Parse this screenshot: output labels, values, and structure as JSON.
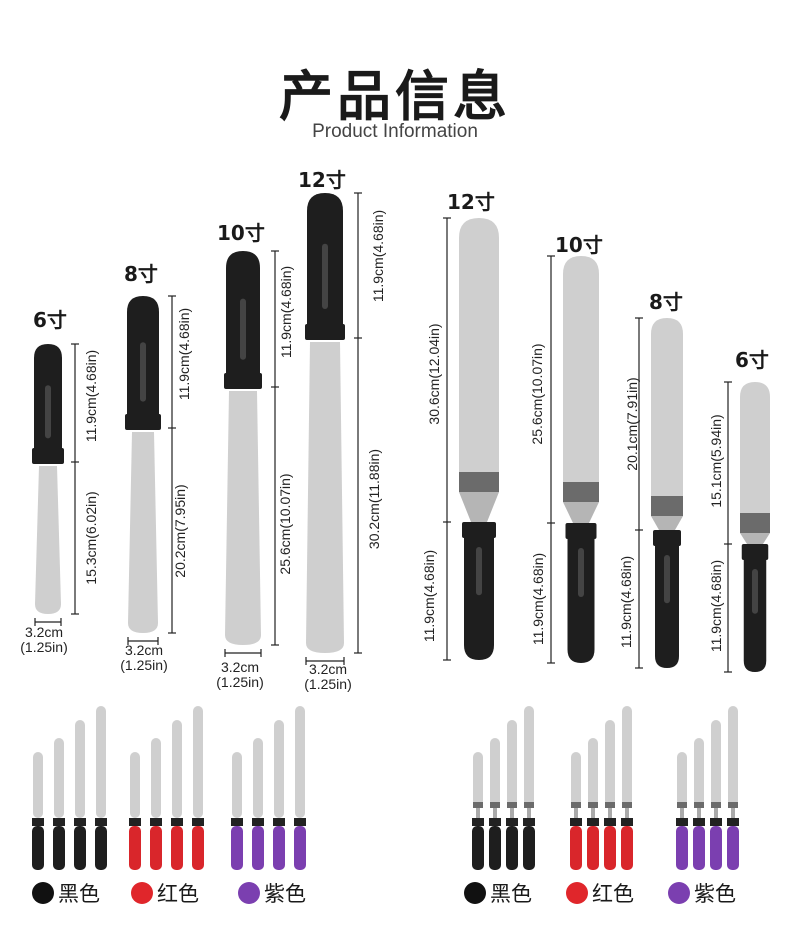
{
  "header": {
    "title": "产品信息",
    "subtitle": "Product Information"
  },
  "straight": [
    {
      "size": "6寸",
      "handle": "11.9cm(4.68in)",
      "blade": "15.3cm(6.02in)",
      "width1": "3.2cm",
      "width2": "(1.25in)"
    },
    {
      "size": "8寸",
      "handle": "11.9cm(4.68in)",
      "blade": "20.2cm(7.95in)",
      "width1": "3.2cm",
      "width2": "(1.25in)"
    },
    {
      "size": "10寸",
      "handle": "11.9cm(4.68in)",
      "blade": "25.6cm(10.07in)",
      "width1": "3.2cm",
      "width2": "(1.25in)"
    },
    {
      "size": "12寸",
      "handle": "11.9cm(4.68in)",
      "blade": "30.2cm(11.88in)",
      "width1": "3.2cm",
      "width2": "(1.25in)"
    }
  ],
  "offset": [
    {
      "size": "12寸",
      "blade": "30.6cm(12.04in)",
      "handle": "11.9cm(4.68in)"
    },
    {
      "size": "10寸",
      "blade": "25.6cm(10.07in)",
      "handle": "11.9cm(4.68in)"
    },
    {
      "size": "8寸",
      "blade": "20.1cm(7.91in)",
      "handle": "11.9cm(4.68in)"
    },
    {
      "size": "6寸",
      "blade": "15.1cm(5.94in)",
      "handle": "11.9cm(4.68in)"
    }
  ],
  "legend_left": [
    {
      "label": "黑色",
      "color": "#111111"
    },
    {
      "label": "红色",
      "color": "#e0262b"
    },
    {
      "label": "紫色",
      "color": "#7b3fb0"
    }
  ],
  "legend_right": [
    {
      "label": "黑色",
      "color": "#111111"
    },
    {
      "label": "红色",
      "color": "#e0262b"
    },
    {
      "label": "紫色",
      "color": "#7b3fb0"
    }
  ],
  "colors": {
    "blade": "#cfcfcf",
    "handle": "#1e1e1e",
    "collar": "#6b6b6b",
    "red": "#d9262b",
    "purple": "#7b3fb0"
  }
}
